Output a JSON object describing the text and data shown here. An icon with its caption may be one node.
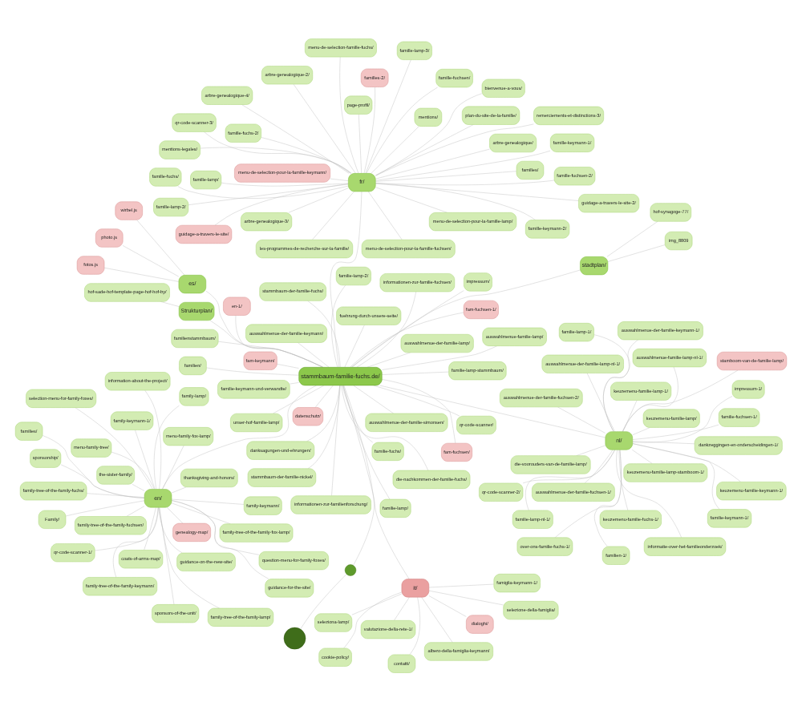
{
  "diagram": {
    "nodes": [
      {
        "text": [
          "en/"
        ]
      },
      {
        "text": [
          "family-tree-of-the-family-fox-lamp/"
        ]
      },
      {
        "text": [
          "family-tree-of-the-family-keymann/"
        ]
      },
      {
        "text": [
          "selection-menu-for-family-foxes/"
        ]
      },
      {
        "text": [
          "genealogy-map/"
        ]
      },
      {
        "text": [
          "the-sister-family/"
        ]
      },
      {
        "text": [
          "qr-code-scanner-1/"
        ]
      },
      {
        "text": [
          "question-menu-for-family-foxes/"
        ]
      },
      {
        "text": [
          "coats-of-arms-map/"
        ]
      },
      {
        "text": [
          "family-tree-of-the-family-lamp/"
        ]
      },
      {
        "text": [
          "sponsors-of-the-unit/"
        ]
      },
      {
        "text": [
          "family-tree-of-the-family-fuchs/"
        ]
      },
      {
        "text": [
          "family-keymann/"
        ]
      },
      {
        "text": [
          "thanksgiving-and-honors/"
        ]
      },
      {
        "text": [
          "family-lamp/"
        ]
      },
      {
        "text": [
          "guidance-on-the-new-site/"
        ]
      },
      {
        "text": [
          "guidance-for-the-site/"
        ]
      },
      {
        "text": [
          "families/"
        ]
      },
      {
        "text": [
          "sponsorship/"
        ]
      },
      {
        "text": [
          "menu-family-tree/"
        ]
      },
      {
        "text": [
          "family-tree-of-the-family-fuchsen/"
        ]
      },
      {
        "text": [
          "Family/"
        ]
      },
      {
        "text": [
          "family-keymann-1/"
        ]
      },
      {
        "text": [
          "menu-family-fox-lamp/"
        ]
      },
      {
        "text": [
          "information-about-the-project/"
        ]
      },
      {
        "text": [
          "stadtplan/"
        ]
      },
      {
        "text": [
          "hof-synagoge-77/"
        ]
      },
      {
        "text": [
          "img_8809"
        ]
      },
      {
        "text": [
          "stammbaum-familie-fuchs.de/"
        ]
      },
      {
        "text": [
          "die-nachkommen-der-familie-fuchs/"
        ]
      },
      {
        "text": [
          "fuehrung-durch-unsere-seite/"
        ]
      },
      {
        "text": [
          "familie-fuchs/"
        ]
      },
      {
        "text": [
          "stammbaum-der-familie-nickel/"
        ]
      },
      {
        "text": [
          "fam-keymann/"
        ]
      },
      {
        "text": [
          "auswahlmenue-der-familie-lamp/"
        ]
      },
      {
        "text": [
          "informationen-zur-familienforschung/"
        ]
      },
      {
        "text": [
          "auswahlmenue-der-familie-keymann/"
        ]
      },
      {
        "text": [
          "impressum/"
        ]
      },
      {
        "text": [
          "familien/"
        ]
      },
      {
        "text": [
          "familie-keymann-und-verwandte/"
        ]
      },
      {
        "text": [
          "en-1/"
        ]
      },
      {
        "text": [
          "familienstammbaum/"
        ]
      },
      {
        "text": [
          "datenschutz/"
        ]
      },
      {
        "text": [
          "fam-fuchsen-1/"
        ]
      },
      {
        "text": [
          "auswahlmenue-der-familie-simonsen/"
        ]
      },
      {
        "text": [
          "danksagungen-und-ehrungen/"
        ]
      },
      {
        "text": [
          "fam-fuchsen/"
        ]
      },
      {
        "text": [
          "familie-lamp/"
        ]
      },
      {
        "text": [
          "familie-lamp-stammbaum/"
        ]
      },
      {
        "text": [
          "qr-code-scanner/"
        ]
      },
      {
        "text": [
          "unser-hof-familie-lamp/"
        ]
      },
      {
        "text": [
          "auswahlmenue-familie-lamp/"
        ]
      },
      {
        "text": [
          "familie-lamp-2/"
        ]
      },
      {
        "text": [
          "stammbaum-der-familie-fuchs/"
        ]
      },
      {
        "text": [
          "informationen-zur-familie-fuchsen/"
        ]
      },
      {
        "text": [],
        "shape": "circle"
      },
      {
        "text": [],
        "shape": "circle"
      },
      {
        "text": [
          "es/"
        ]
      },
      {
        "text": [
          "wirbel.js"
        ]
      },
      {
        "text": [
          "fotos.js"
        ]
      },
      {
        "text": [
          "photo.js"
        ]
      },
      {
        "text": [
          "Strukturplan/"
        ]
      },
      {
        "text": [
          "hof-sade-hof-template-page-hof-hof-by/"
        ]
      },
      {
        "text": [
          "nl/"
        ]
      },
      {
        "text": [
          "dankzeggingen-en-onderscheidingen-1/"
        ]
      },
      {
        "text": [
          "auswahlmenue-der-familie-fuchsen-1/"
        ]
      },
      {
        "text": [
          "keuzemenu-familie-lamp/"
        ]
      },
      {
        "text": [
          "stamboom-van-de-familie-lamp/"
        ]
      },
      {
        "text": [
          "familie-keymann-1/"
        ]
      },
      {
        "text": [
          "die-voorouders-van-de-familie-lamp/"
        ]
      },
      {
        "text": [
          "informatie-over-het-familieonderzoek/"
        ]
      },
      {
        "text": [
          "auswahlmenue-der-familie-keymann-1/"
        ]
      },
      {
        "text": [
          "keuzemenu-familie-lamp-1/"
        ]
      },
      {
        "text": [
          "qr-code-scanner-2/"
        ]
      },
      {
        "text": [
          "keuzemenu-familie-fuchs-1/"
        ]
      },
      {
        "text": [
          "keuzemenu-familie-keymann-1/"
        ]
      },
      {
        "text": [
          "auswahlmenue-familie-lamp-nl-1/"
        ]
      },
      {
        "text": [
          "familien-1/"
        ]
      },
      {
        "text": [
          "familie-lamp-nl-1/"
        ]
      },
      {
        "text": [
          "impressum-1/"
        ]
      },
      {
        "text": [
          "auswahlmenue-der-familie-fuchsen-2/"
        ]
      },
      {
        "text": [
          "over-ons-familie-fuchs-1/"
        ]
      },
      {
        "text": [
          "familie-fuchsen-1/"
        ]
      },
      {
        "text": [
          "keuzemenu-familie-lamp-stamboom-1/"
        ]
      },
      {
        "text": [
          "familie-lamp-1/"
        ]
      },
      {
        "text": [
          "auswahlmenue-der-familie-lamp-nl-1/"
        ]
      },
      {
        "text": [
          "fr/"
        ]
      },
      {
        "text": [
          "arbre-genealogique-2/"
        ]
      },
      {
        "text": [
          "page-profil/"
        ]
      },
      {
        "text": [
          "les-programmes-de-recherche-sur-la-famille/"
        ]
      },
      {
        "text": [
          "famille-fuchsen/"
        ]
      },
      {
        "text": [
          "guidage-a-travers-le-site/"
        ]
      },
      {
        "text": [
          "remerciements-et-distinctions-3/"
        ]
      },
      {
        "text": [
          "menu-de-selection-famille-fuchs/"
        ]
      },
      {
        "text": [
          "menu-de-selection-pour-la-famille-keymann/"
        ]
      },
      {
        "text": [
          "menu-de-selection-pour-la-famille-fuchsen/"
        ]
      },
      {
        "text": [
          "menu-de-selection-pour-la-famille-lamp/"
        ]
      },
      {
        "text": [
          "guidage-a-travers-le-site-2/"
        ]
      },
      {
        "text": [
          "familles/"
        ]
      },
      {
        "text": [
          "arbre-genealogique-3/"
        ]
      },
      {
        "text": [
          "plan-du-site-de-la-famille/"
        ]
      },
      {
        "text": [
          "mentions/"
        ]
      },
      {
        "text": [
          "famille-lamp/"
        ]
      },
      {
        "text": [
          "famille-lamp-2/"
        ]
      },
      {
        "text": [
          "qr-code-scanner-3/"
        ]
      },
      {
        "text": [
          "famille-keymann-1/"
        ]
      },
      {
        "text": [
          "famille-fuchsen-2/"
        ]
      },
      {
        "text": [
          "arbre-genealogique/"
        ]
      },
      {
        "text": [
          "famille-lamp-3/"
        ]
      },
      {
        "text": [
          "familles-2/"
        ]
      },
      {
        "text": [
          "famille-keymann-2/"
        ]
      },
      {
        "text": [
          "bienvenue-a-vous/"
        ]
      },
      {
        "text": [
          "famille-fuchs-2/"
        ]
      },
      {
        "text": [
          "famille-fuchs/"
        ]
      },
      {
        "text": [
          "mentions-legales/"
        ]
      },
      {
        "text": [
          "arbre-genealogique-4/"
        ]
      },
      {
        "text": [
          "it/"
        ]
      },
      {
        "text": [
          "valutazione-della-rete-1/"
        ]
      },
      {
        "text": [
          "contatti/"
        ]
      },
      {
        "text": [
          "famiglia-keymann-1/"
        ]
      },
      {
        "text": [
          "seleziona-lamp/"
        ]
      },
      {
        "text": [
          "cookie-policy/"
        ]
      },
      {
        "text": [
          "albero-della-famiglia-keymann/"
        ]
      },
      {
        "text": [
          "selezione-della-famiglia/"
        ]
      },
      {
        "text": [
          "dialoghi/"
        ]
      }
    ],
    "edges": [
      {
        "from": 28,
        "to": 0,
        "arrow": "none"
      },
      {
        "from": 0,
        "to": 1,
        "arrow": "none"
      },
      {
        "from": 0,
        "to": 2,
        "arrow": "none"
      },
      {
        "from": 0,
        "to": 3,
        "arrow": "none"
      },
      {
        "from": 0,
        "to": 4,
        "arrow": "none"
      },
      {
        "from": 0,
        "to": 5,
        "arrow": "none"
      },
      {
        "from": 0,
        "to": 6,
        "arrow": "none"
      },
      {
        "from": 0,
        "to": 7,
        "arrow": "none"
      },
      {
        "from": 0,
        "to": 8,
        "arrow": "none"
      },
      {
        "from": 0,
        "to": 9,
        "arrow": "none"
      },
      {
        "from": 0,
        "to": 10,
        "arrow": "none"
      },
      {
        "from": 0,
        "to": 11,
        "arrow": "none"
      },
      {
        "from": 0,
        "to": 12,
        "arrow": "none"
      },
      {
        "from": 0,
        "to": 13,
        "arrow": "none"
      },
      {
        "from": 0,
        "to": 14,
        "arrow": "none"
      },
      {
        "from": 0,
        "to": 15,
        "arrow": "none"
      },
      {
        "from": 0,
        "to": 16,
        "arrow": "none"
      },
      {
        "from": 0,
        "to": 17,
        "arrow": "none"
      },
      {
        "from": 0,
        "to": 18,
        "arrow": "none"
      },
      {
        "from": 0,
        "to": 19,
        "arrow": "none"
      },
      {
        "from": 0,
        "to": 20,
        "arrow": "none"
      },
      {
        "from": 0,
        "to": 21,
        "arrow": "none"
      },
      {
        "from": 0,
        "to": 22,
        "arrow": "none"
      },
      {
        "from": 0,
        "to": 23,
        "arrow": "none"
      },
      {
        "from": 0,
        "to": 24,
        "arrow": "none"
      },
      {
        "from": 28,
        "to": 25,
        "arrow": "none"
      },
      {
        "from": 25,
        "to": 26,
        "arrow": "none"
      },
      {
        "from": 25,
        "to": 27,
        "arrow": "none"
      },
      {
        "from": 28,
        "to": 29,
        "arrow": "none"
      },
      {
        "from": 28,
        "to": 30,
        "arrow": "none"
      },
      {
        "from": 28,
        "to": 31,
        "arrow": "none"
      },
      {
        "from": 28,
        "to": 32,
        "arrow": "none"
      },
      {
        "from": 28,
        "to": 33,
        "arrow": "none"
      },
      {
        "from": 28,
        "to": 34,
        "arrow": "none"
      },
      {
        "from": 28,
        "to": 35,
        "arrow": "none"
      },
      {
        "from": 28,
        "to": 36,
        "arrow": "none"
      },
      {
        "from": 28,
        "to": 37,
        "arrow": "none"
      },
      {
        "from": 28,
        "to": 38,
        "arrow": "none"
      },
      {
        "from": 28,
        "to": 39,
        "arrow": "none"
      },
      {
        "from": 28,
        "to": 40,
        "arrow": "none"
      },
      {
        "from": 28,
        "to": 41,
        "arrow": "none"
      },
      {
        "from": 28,
        "to": 42,
        "arrow": "none"
      },
      {
        "from": 28,
        "to": 43,
        "arrow": "none"
      },
      {
        "from": 28,
        "to": 44,
        "arrow": "none"
      },
      {
        "from": 28,
        "to": 45,
        "arrow": "none"
      },
      {
        "from": 28,
        "to": 46,
        "arrow": "none"
      },
      {
        "from": 28,
        "to": 47,
        "arrow": "none"
      },
      {
        "from": 28,
        "to": 48,
        "arrow": "none"
      },
      {
        "from": 28,
        "to": 49,
        "arrow": "none"
      },
      {
        "from": 28,
        "to": 50,
        "arrow": "none"
      },
      {
        "from": 28,
        "to": 51,
        "arrow": "none"
      },
      {
        "from": 28,
        "to": 52,
        "arrow": "none"
      },
      {
        "from": 28,
        "to": 53,
        "arrow": "none"
      },
      {
        "from": 28,
        "to": 54,
        "arrow": "none"
      },
      {
        "from": 28,
        "to": 55,
        "arrow": "none"
      },
      {
        "from": 55,
        "to": 56,
        "arrow": "none"
      },
      {
        "from": 28,
        "to": 57,
        "arrow": "none"
      },
      {
        "from": 57,
        "to": 58,
        "arrow": "none"
      },
      {
        "from": 57,
        "to": 59,
        "arrow": "none"
      },
      {
        "from": 57,
        "to": 60,
        "arrow": "none"
      },
      {
        "from": 28,
        "to": 61,
        "arrow": "none"
      },
      {
        "from": 61,
        "to": 62,
        "arrow": "none"
      },
      {
        "from": 28,
        "to": 63,
        "arrow": "none"
      },
      {
        "from": 63,
        "to": 64,
        "arrow": "none"
      },
      {
        "from": 63,
        "to": 65,
        "arrow": "none"
      },
      {
        "from": 63,
        "to": 66,
        "arrow": "none"
      },
      {
        "from": 63,
        "to": 67,
        "arrow": "none"
      },
      {
        "from": 63,
        "to": 68,
        "arrow": "none"
      },
      {
        "from": 63,
        "to": 69,
        "arrow": "none"
      },
      {
        "from": 63,
        "to": 70,
        "arrow": "none"
      },
      {
        "from": 63,
        "to": 71,
        "arrow": "none"
      },
      {
        "from": 63,
        "to": 72,
        "arrow": "none"
      },
      {
        "from": 63,
        "to": 73,
        "arrow": "none"
      },
      {
        "from": 63,
        "to": 74,
        "arrow": "none"
      },
      {
        "from": 63,
        "to": 75,
        "arrow": "none"
      },
      {
        "from": 63,
        "to": 76,
        "arrow": "none"
      },
      {
        "from": 63,
        "to": 77,
        "arrow": "none"
      },
      {
        "from": 63,
        "to": 78,
        "arrow": "none"
      },
      {
        "from": 63,
        "to": 79,
        "arrow": "none"
      },
      {
        "from": 63,
        "to": 80,
        "arrow": "none"
      },
      {
        "from": 63,
        "to": 81,
        "arrow": "none"
      },
      {
        "from": 63,
        "to": 82,
        "arrow": "none"
      },
      {
        "from": 63,
        "to": 83,
        "arrow": "none"
      },
      {
        "from": 63,
        "to": 84,
        "arrow": "none"
      },
      {
        "from": 63,
        "to": 85,
        "arrow": "none"
      },
      {
        "from": 28,
        "to": 86,
        "arrow": "none"
      },
      {
        "from": 86,
        "to": 87,
        "arrow": "none"
      },
      {
        "from": 86,
        "to": 88,
        "arrow": "none"
      },
      {
        "from": 86,
        "to": 89,
        "arrow": "none"
      },
      {
        "from": 86,
        "to": 90,
        "arrow": "none"
      },
      {
        "from": 86,
        "to": 91,
        "arrow": "none"
      },
      {
        "from": 86,
        "to": 92,
        "arrow": "none"
      },
      {
        "from": 86,
        "to": 93,
        "arrow": "none"
      },
      {
        "from": 86,
        "to": 94,
        "arrow": "none"
      },
      {
        "from": 86,
        "to": 95,
        "arrow": "none"
      },
      {
        "from": 86,
        "to": 96,
        "arrow": "none"
      },
      {
        "from": 86,
        "to": 97,
        "arrow": "none"
      },
      {
        "from": 86,
        "to": 98,
        "arrow": "none"
      },
      {
        "from": 86,
        "to": 99,
        "arrow": "none"
      },
      {
        "from": 86,
        "to": 100,
        "arrow": "none"
      },
      {
        "from": 86,
        "to": 101,
        "arrow": "none"
      },
      {
        "from": 86,
        "to": 102,
        "arrow": "none"
      },
      {
        "from": 86,
        "to": 103,
        "arrow": "none"
      },
      {
        "from": 86,
        "to": 104,
        "arrow": "none"
      },
      {
        "from": 86,
        "to": 105,
        "arrow": "none"
      },
      {
        "from": 86,
        "to": 106,
        "arrow": "none"
      },
      {
        "from": 86,
        "to": 107,
        "arrow": "none"
      },
      {
        "from": 86,
        "to": 108,
        "arrow": "none"
      },
      {
        "from": 86,
        "to": 109,
        "arrow": "none"
      },
      {
        "from": 86,
        "to": 110,
        "arrow": "none"
      },
      {
        "from": 86,
        "to": 111,
        "arrow": "none"
      },
      {
        "from": 86,
        "to": 112,
        "arrow": "none"
      },
      {
        "from": 86,
        "to": 113,
        "arrow": "none"
      },
      {
        "from": 86,
        "to": 114,
        "arrow": "none"
      },
      {
        "from": 86,
        "to": 115,
        "arrow": "none"
      },
      {
        "from": 28,
        "to": 116,
        "arrow": "none"
      },
      {
        "from": 116,
        "to": 117,
        "arrow": "none"
      },
      {
        "from": 116,
        "to": 118,
        "arrow": "none"
      },
      {
        "from": 116,
        "to": 119,
        "arrow": "none"
      },
      {
        "from": 116,
        "to": 120,
        "arrow": "none"
      },
      {
        "from": 116,
        "to": 121,
        "arrow": "none"
      },
      {
        "from": 116,
        "to": 122,
        "arrow": "none"
      },
      {
        "from": 116,
        "to": 123,
        "arrow": "none"
      },
      {
        "from": 116,
        "to": 124,
        "arrow": "none"
      }
    ]
  }
}
